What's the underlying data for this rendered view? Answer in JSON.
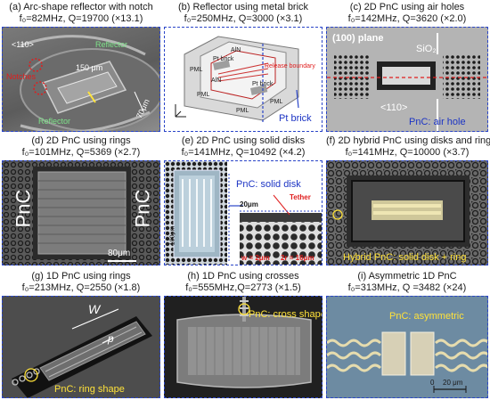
{
  "panels": {
    "a": {
      "title": "(a) Arc-shape reflector with notch",
      "params": "f₀=82MHz, Q=19700 (×13.1)",
      "labels": {
        "dir": "<110>",
        "reflector_top": "Reflector",
        "reflector_bottom": "Reflector",
        "notches": "Notches",
        "len": "150 μm",
        "width": "70μm"
      }
    },
    "b": {
      "title": "(b) Reflector using metal brick",
      "params": "f₀=250MHz, Q=3000 (×3.1)",
      "labels": {
        "ptbrick1": "Pt brick",
        "ptbrick2": "Pt brick",
        "aln1": "AlN",
        "aln2": "AlN",
        "boundary": "Release boundary",
        "pml1": "PML",
        "pml2": "PML",
        "pml3": "PML",
        "pml4": "PML",
        "callout": "Pt brick"
      }
    },
    "c": {
      "title": "(c) 2D PnC using air holes",
      "params": "f₀=142MHz, Q=3620 (×2.0)",
      "labels": {
        "plane": "(100) plane",
        "sio2": "SiO₂",
        "dir": "<110>",
        "callout": "PnC: air hole"
      }
    },
    "d": {
      "title": "(d) 2D PnC using rings",
      "params": "f₀=101MHz, Q=5369 (×2.7)",
      "labels": {
        "left": "PnC",
        "right": "PnC",
        "scale": "80μm"
      }
    },
    "e": {
      "title": "(e) 2D PnC using solid disks",
      "params": "f₀=141MHz, Q=10492 (×4.2)",
      "labels": {
        "callout": "PnC: solid disk",
        "scale1": "20μm",
        "tether": "Tether",
        "scale2": "100μm",
        "w": "w = 2μm",
        "r": "2r = 16μm"
      }
    },
    "f": {
      "title": "(f) 2D hybrid PnC using disks and rings",
      "params": "f₀=141MHz, Q=10000 (×3.7)",
      "labels": {
        "callout": "Hybrid PnC: solid disk + ring"
      }
    },
    "g": {
      "title": "(g) 1D PnC using rings",
      "params": "f₀=213MHz, Q=2550 (×1.8)",
      "labels": {
        "W": "W",
        "p": "p",
        "callout": "PnC: ring shape"
      }
    },
    "h": {
      "title": "(h) 1D PnC using crosses",
      "params": "f₀=555MHz,Q=2773 (×1.5)",
      "labels": {
        "callout": "PnC: cross shape"
      }
    },
    "i": {
      "title": "(i) Asymmetric 1D PnC",
      "params": "f₀=313MHz, Q =3482 (×24)",
      "labels": {
        "callout": "PnC: asymmetric",
        "scale0": "0",
        "scale": "20 μm"
      }
    }
  }
}
